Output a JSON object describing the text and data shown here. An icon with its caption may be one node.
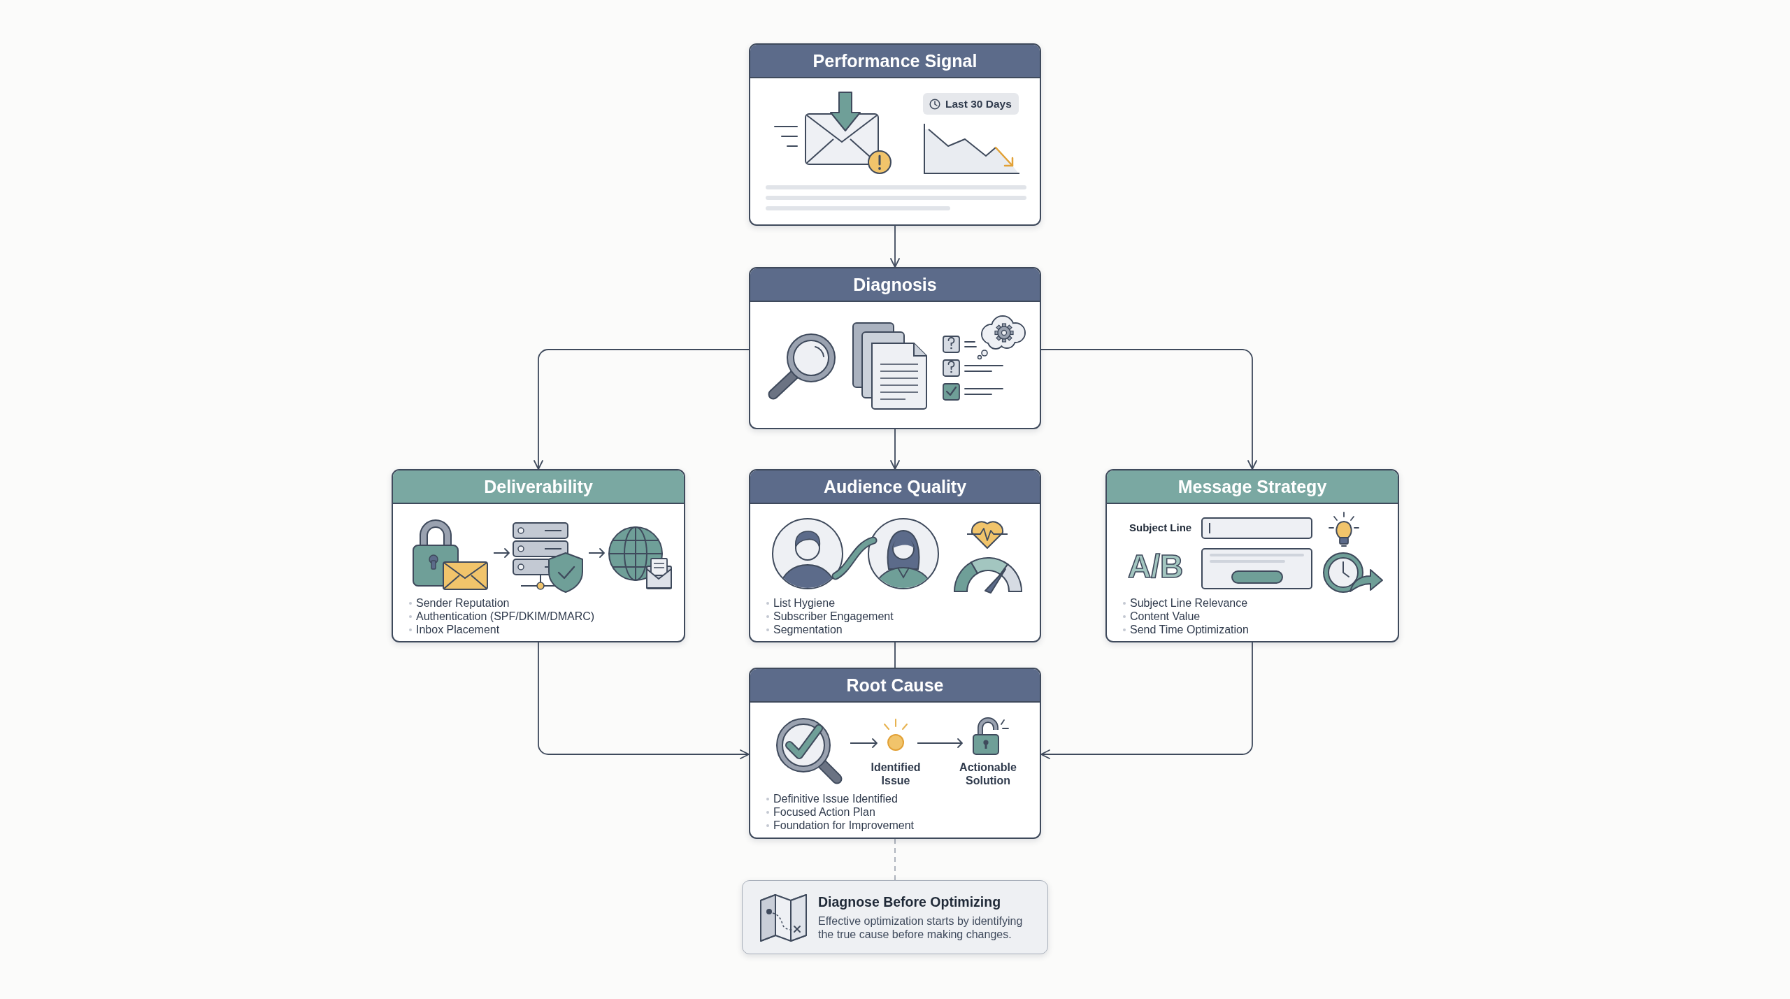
{
  "diagram": {
    "nodes": [
      {
        "text": [
          "Performance Signal",
          "Last 30 Days"
        ]
      },
      {
        "text": [
          "Diagnosis"
        ]
      },
      {
        "text": [
          "Deliverability",
          "Sender Reputation",
          "Authentication (SPF/DKIM/DMARC)",
          "Inbox Placement"
        ]
      },
      {
        "text": [
          "Audience Quality",
          "List Hygiene",
          "Subscriber Engagement",
          "Segmentation"
        ]
      },
      {
        "text": [
          "Message Strategy",
          "Subject Line",
          "A/B",
          "Subject Line Relevance",
          "Content Value",
          "Send Time Optimization"
        ]
      },
      {
        "text": [
          "Root Cause",
          "Identified Issue",
          "Actionable Solution",
          "Definitive Issue Identified",
          "Focused Action Plan",
          "Foundation for Improvement"
        ]
      },
      {
        "text": [
          "Diagnose Before Optimizing",
          "Effective optimization starts by identifying the true cause before making changes."
        ]
      }
    ],
    "edges": [
      {
        "from": 0,
        "to": 1,
        "arrow": "to"
      },
      {
        "from": 1,
        "to": 2,
        "arrow": "to"
      },
      {
        "from": 1,
        "to": 3,
        "arrow": "to"
      },
      {
        "from": 1,
        "to": 4,
        "arrow": "to"
      },
      {
        "from": 2,
        "to": 5,
        "arrow": "to"
      },
      {
        "from": 3,
        "to": 5,
        "arrow": "none"
      },
      {
        "from": 4,
        "to": 5,
        "arrow": "to"
      },
      {
        "from": 5,
        "to": 6,
        "arrow": "none",
        "style": "dashed",
        "color": "#a7adb7"
      }
    ]
  }
}
